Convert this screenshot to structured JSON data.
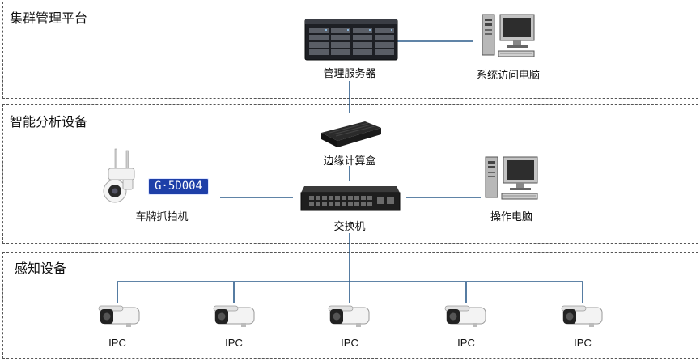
{
  "zones": {
    "cluster": "集群管理平台",
    "analysis": "智能分析设备",
    "sensing": "感知设备"
  },
  "devices": {
    "server": "管理服务器",
    "access_pc": "系统访问电脑",
    "edge_box": "边缘计算盒",
    "plate_camera": "车牌抓拍机",
    "plate_text": "G·5D004",
    "switch": "交换机",
    "operator_pc": "操作电脑"
  },
  "ipc_cameras": [
    {
      "label": "IPC"
    },
    {
      "label": "IPC"
    },
    {
      "label": "IPC"
    },
    {
      "label": "IPC"
    },
    {
      "label": "IPC"
    }
  ],
  "colors": {
    "wire": "#2b5c8a",
    "border": "#555555",
    "plate_bg": "#1e3fa8"
  }
}
